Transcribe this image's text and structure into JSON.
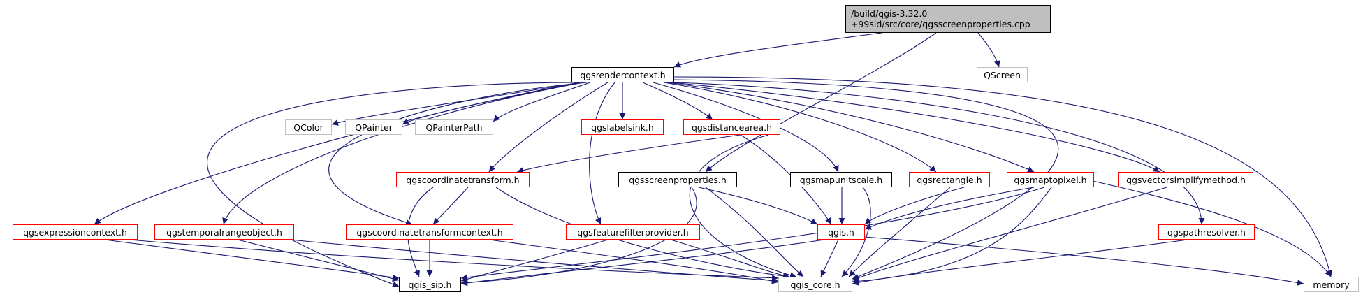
{
  "graph": {
    "root": {
      "line1": "/build/qgis-3.32.0",
      "line2": "+99sid/src/core/qgsscreenproperties.cpp"
    },
    "nodes": {
      "qgsrendercontext": "qgsrendercontext.h",
      "qscreen": "QScreen",
      "qcolor": "QColor",
      "qpainter": "QPainter",
      "qpainterpath": "QPainterPath",
      "qgslabelsink": "qgslabelsink.h",
      "qgsdistancearea": "qgsdistancearea.h",
      "qgscoordinatetransform": "qgscoordinatetransform.h",
      "qgsscreenproperties": "qgsscreenproperties.h",
      "qgsmapunitscale": "qgsmapunitscale.h",
      "qgsrectangle": "qgsrectangle.h",
      "qgsmaptopixel": "qgsmaptopixel.h",
      "qgsvectorsimplifymethod": "qgsvectorsimplifymethod.h",
      "qgsexpressioncontext": "qgsexpressioncontext.h",
      "qgstemporalrangeobject": "qgstemporalrangeobject.h",
      "qgscoordinatetransformcontext": "qgscoordinatetransformcontext.h",
      "qgsfeaturefilterprovider": "qgsfeaturefilterprovider.h",
      "qgis": "qgis.h",
      "qgspathresolver": "qgspathresolver.h",
      "memory": "memory",
      "qgis_sip": "qgis_sip.h",
      "qgis_core": "qgis_core.h"
    },
    "colors": {
      "edge": "#191970",
      "documented_border": "#000000",
      "undocumented_border": "#ff0000",
      "external_border": "#bfbfbf",
      "root_fill": "#bfbfbf"
    }
  }
}
